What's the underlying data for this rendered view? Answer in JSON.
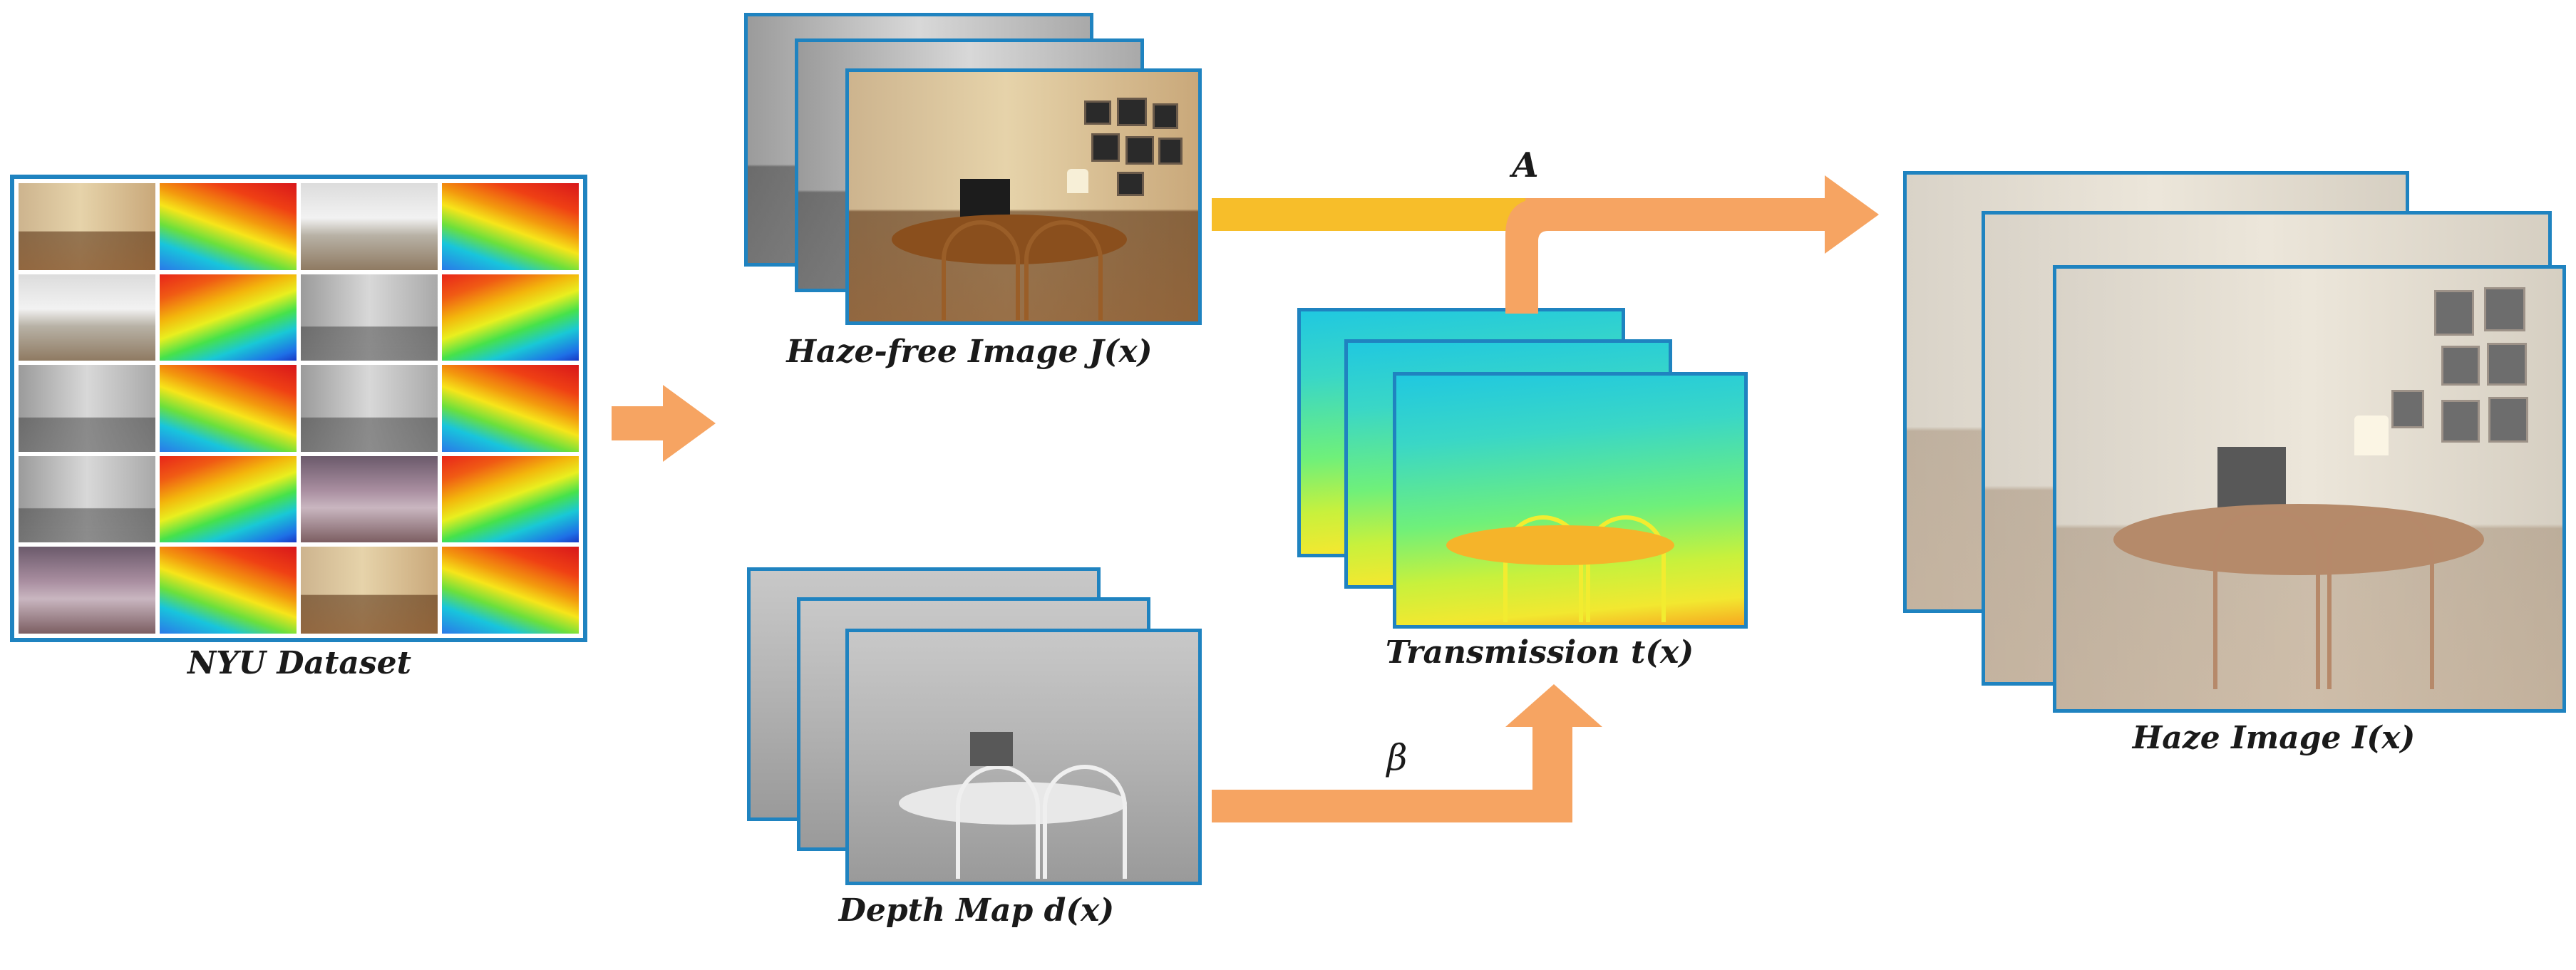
{
  "labels": {
    "nyu": "NYU Dataset",
    "haze_free": "Haze-free Image J(x)",
    "depth": "Depth Map d(x)",
    "transmission": "Transmission t(x)",
    "haze": "Haze Image I(x)",
    "param_a": "A",
    "param_beta": "β"
  },
  "colors": {
    "arrow_orange": "#f6a462",
    "arrow_yellow": "#f7be2a",
    "frame_blue": "#1f83c0"
  }
}
